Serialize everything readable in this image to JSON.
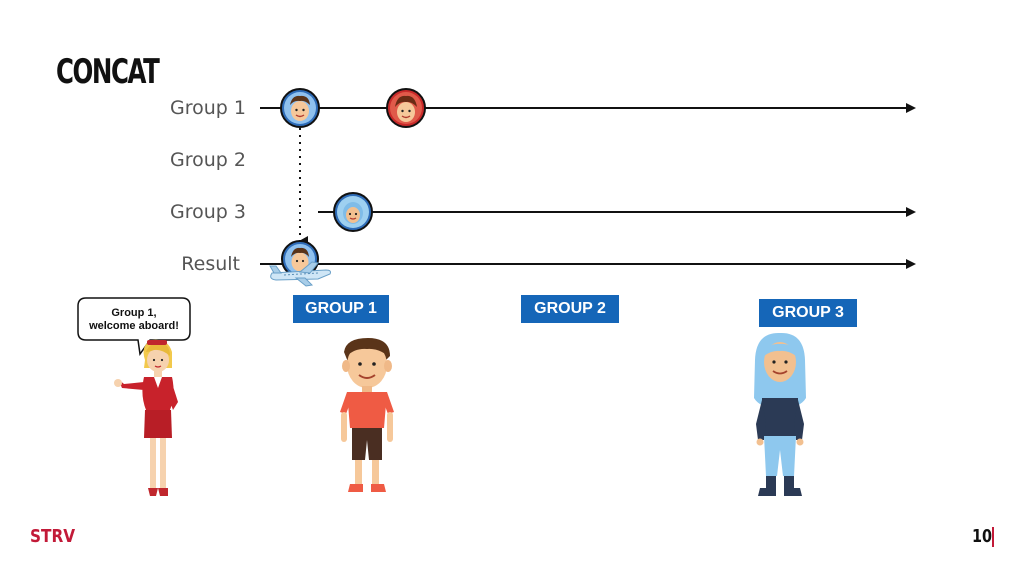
{
  "slide": {
    "title": "CONCAT",
    "brand": "STRV",
    "page_number": "10"
  },
  "rows": {
    "group1": "Group 1",
    "group2": "Group 2",
    "group3": "Group 3",
    "result": "Result"
  },
  "groups": {
    "group1": "GROUP 1",
    "group2": "GROUP 2",
    "group3": "GROUP 3"
  },
  "speech": {
    "line1": "Group 1,",
    "line2": "welcome aboard!"
  },
  "colors": {
    "button_blue": "#1566b8",
    "brand_red": "#c21a38",
    "line": "#111111"
  }
}
